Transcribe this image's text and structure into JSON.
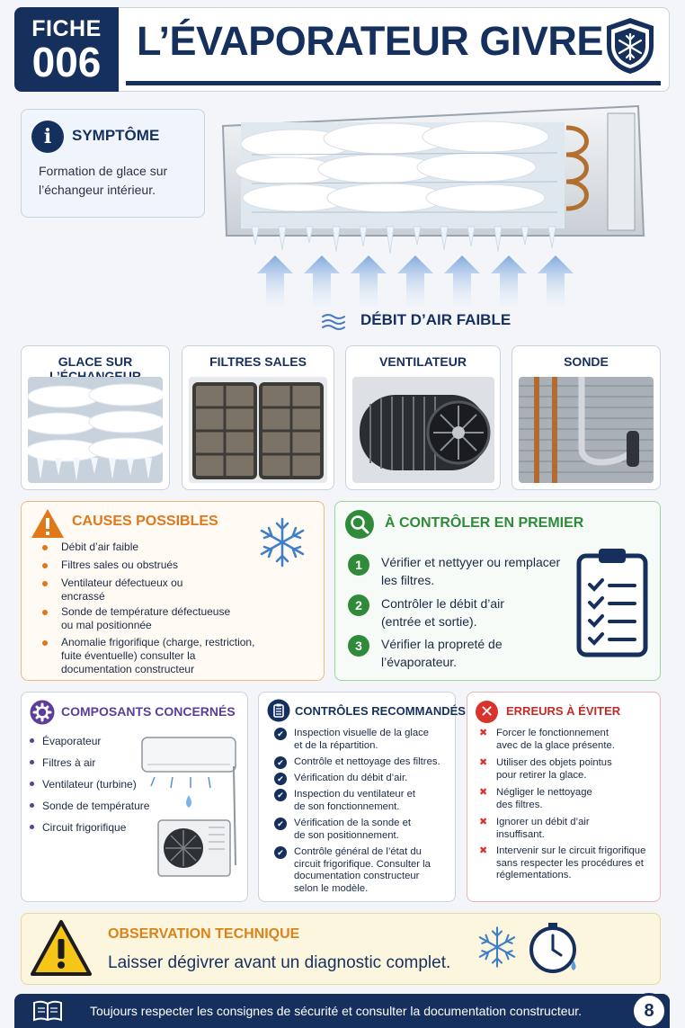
{
  "header": {
    "fiche_word": "FICHE",
    "fiche_number": "006",
    "title": "L’ÉVAPORATEUR GIVRE",
    "badge_icon": "snowflake-shield-icon"
  },
  "symptom": {
    "icon": "info-icon",
    "title": "SYMPTÔME",
    "text": "Formation de glace sur l’échangeur intérieur."
  },
  "hero": {
    "airflow_label": "DÉBIT D’AIR FAIBLE",
    "airflow_icon": "wind-icon"
  },
  "photo_cards": [
    {
      "label": "GLACE SUR L’ÉCHANGEUR"
    },
    {
      "label": "FILTRES SALES"
    },
    {
      "label": "VENTILATEUR"
    },
    {
      "label": "SONDE"
    }
  ],
  "causes": {
    "icon": "warning-icon",
    "title": "CAUSES POSSIBLES",
    "items": [
      "Débit d’air faible",
      "Filtres sales ou obstrués",
      "Ventilateur défectueux ou encrassé",
      "Sonde de température défectueuse ou mal positionnée",
      "Anomalie frigorifique (charge, restriction, fuite éventuelle) consulter la documentation constructeur"
    ]
  },
  "check_first": {
    "icon": "magnifier-icon",
    "title": "À CONTRÔLER EN PREMIER",
    "steps": [
      {
        "n": "1",
        "text": "Vérifier et nettyyer ou remplacer les filtres."
      },
      {
        "n": "2",
        "text": "Contrôler le débit d’air (entrée et sortie)."
      },
      {
        "n": "3",
        "text": "Vérifier la propreté de l’évaporateur."
      }
    ],
    "side_icon": "clipboard-checklist-icon"
  },
  "components": {
    "icon": "gear-icon",
    "title": "COMPOSANTS CONCERNÉS",
    "items": [
      "Évaporateur",
      "Filtres à air",
      "Ventilateur (turbine)",
      "Sonde de température",
      "Circuit frigorifique"
    ]
  },
  "recommended": {
    "icon": "clipboard-icon",
    "title": "CONTRÔLES RECOMMANDÉS",
    "items": [
      "Inspection visuelle de la glace et de la répartition.",
      "Contrôle et nettoyage des filtres.",
      "Vérification du débit d’air.",
      "Inspection du ventilateur et de son fonctionnement.",
      "Vérification de la sonde et de son positionnement.",
      "Contrôle général de l’état du circuit frigorifique. Consulter la documentation constructeur selon le modèle."
    ]
  },
  "errors": {
    "icon": "close-icon",
    "title": "ERREURS À ÉVITER",
    "items": [
      "Forcer le fonctionnement avec de la glace présente.",
      "Utiliser des objets pointus pour retirer la glace.",
      "Négliger le nettoyage des filtres.",
      "Ignorer un débit d’air insuffisant.",
      "Intervenir sur le circuit frigorifique sans respecter les procédures et réglementations."
    ]
  },
  "observation": {
    "icon": "warning-icon",
    "title": "OBSERVATION TECHNIQUE",
    "text": "Laisser dégivrer avant un diagnostic complet.",
    "side_icons": [
      "snowflake-icon",
      "clock-icon"
    ]
  },
  "footer": {
    "icon": "book-icon",
    "text": "Toujours respecter les consignes de sécurité et consulter la documentation constructeur.",
    "page": "8"
  },
  "colors": {
    "navy": "#16305e",
    "orange": "#e0781a",
    "green": "#2f8a3a",
    "purple": "#5a3e9a",
    "red": "#d9332e"
  }
}
